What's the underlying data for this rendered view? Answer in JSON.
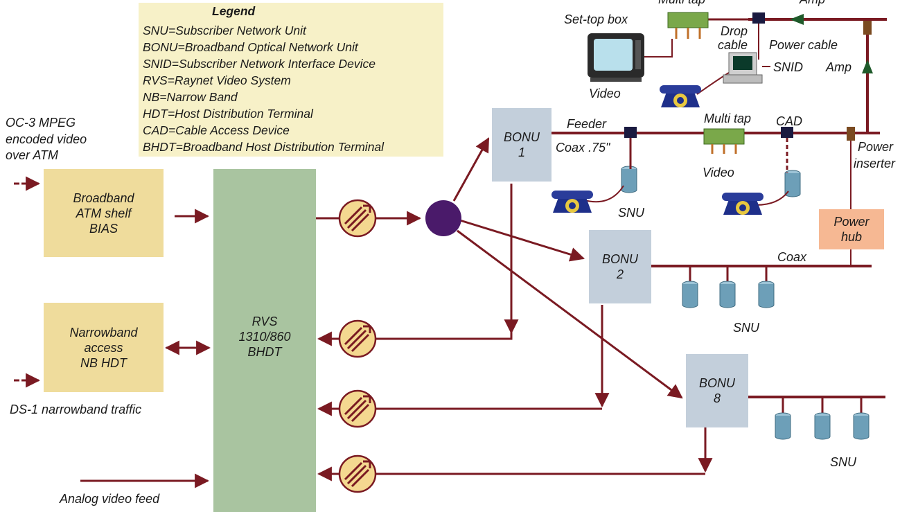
{
  "legend": {
    "title": "Legend",
    "entries": [
      "SNU=Subscriber Network Unit",
      "BONU=Broadband Optical Network Unit",
      "SNID=Subscriber Network Interface Device",
      "RVS=Raynet Video System",
      "NB=Narrow Band",
      "HDT=Host Distribution Terminal",
      "CAD=Cable Access Device",
      "BHDT=Broadband Host Distribution Terminal"
    ]
  },
  "inputs": {
    "oc3": [
      "OC-3 MPEG",
      "encoded video",
      "over ATM"
    ],
    "ds1": "DS-1 narrowband traffic",
    "analog": "Analog video feed"
  },
  "boxes": {
    "atm": [
      "Broadband",
      "ATM shelf",
      "BIAS"
    ],
    "narrowband": [
      "Narrowband",
      "access",
      "NB HDT"
    ],
    "rvs": [
      "RVS",
      "1310/860",
      "BHDT"
    ],
    "bonu1": [
      "BONU",
      "1"
    ],
    "bonu2": [
      "BONU",
      "2"
    ],
    "bonu8": [
      "BONU",
      "8"
    ],
    "power_hub": [
      "Power",
      "hub"
    ]
  },
  "labels": {
    "set_top_box": "Set-top box",
    "multi_tap_top": "Multi tap",
    "amp_top": "Amp",
    "drop_cable": [
      "Drop",
      "cable"
    ],
    "power_cable": "Power cable",
    "snid": "SNID",
    "amp": "Amp",
    "video_top": "Video",
    "feeder": "Feeder",
    "coax_075": "Coax .75\"",
    "multi_tap": "Multi tap",
    "cad": "CAD",
    "power_inserter": [
      "Power",
      "inserter"
    ],
    "video_mid": "Video",
    "snu_1": "SNU",
    "coax": "Coax",
    "snu_2": "SNU",
    "snu_8": "SNU"
  },
  "colors": {
    "line": "#7a1a22",
    "legend_bg": "#f7f1c8",
    "shelf": "#efdc9c",
    "rvs": "#a9c4a0",
    "bonu": "#c3cfdb",
    "power_hub": "#f6b893",
    "splitter": "#4a1a6a",
    "optic": "#f4d890",
    "snu_can": "#6d9fb8",
    "tap": "#7aa84a",
    "phone": "#1e2f8a"
  }
}
